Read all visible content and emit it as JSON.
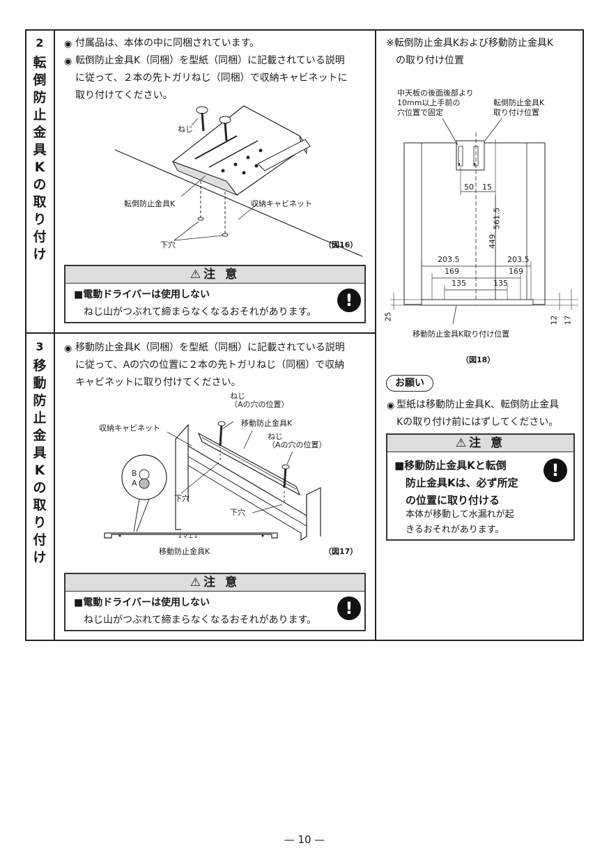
{
  "step2": {
    "number": "2",
    "title_chars": [
      "転",
      "倒",
      "防",
      "止",
      "金",
      "具",
      "K",
      "の",
      "取",
      "り",
      "付",
      "け"
    ],
    "bullet1": "付属品は、本体の中に同梱されています。",
    "bullet2_line1": "転倒防止金具K（同梱）を型紙（同梱）に記載されている説明",
    "bullet2_line2": "に従って、２本の先トガリねじ（同梱）で収納キャビネットに",
    "bullet2_line3": "取り付けてください。",
    "fig": {
      "screw": "ねじ",
      "bracket": "転倒防止金具K",
      "cabinet": "収納キャビネット",
      "hole": "下穴",
      "caption": "（図16）"
    },
    "caution": {
      "header": "注 意",
      "title": "■電動ドライバーは使用しない",
      "body": "ねじ山がつぶれて締まらなくなるおそれがあります。"
    }
  },
  "step3": {
    "number": "3",
    "title_chars": [
      "移",
      "動",
      "防",
      "止",
      "金",
      "具",
      "K",
      "の",
      "取",
      "り",
      "付",
      "け"
    ],
    "bullet1_line1": "移動防止金具K（同梱）を型紙（同梱）に記載されている説明",
    "bullet1_line2": "に従って、Aの穴の位置に２本の先トガリねじ（同梱）で収納",
    "bullet1_line3": "キャビネットに取り付けてください。",
    "fig": {
      "screw1_a": "ねじ",
      "screw1_b": "（Aの穴の位置）",
      "bracket_top": "移動防止金具K",
      "screw2_a": "ねじ",
      "screw2_b": "（Aの穴の位置）",
      "cabinet": "収納キャビネット",
      "hole_b": "B",
      "hole_a": "A",
      "hole1": "下穴",
      "hole2": "下穴",
      "bracket_bottom": "移動防止金具K",
      "mark": "↓マエ↓",
      "caption": "（図17）"
    },
    "caution": {
      "header": "注 意",
      "title": "■電動ドライバーは使用しない",
      "body": "ねじ山がつぶれて締まらなくなるおそれがあります。"
    }
  },
  "right": {
    "note_line1": "※転倒防止金具Kおよび移動防止金具K",
    "note_line2": "の取り付け位置",
    "fig": {
      "label1_l1": "中天板の後面後部より",
      "label1_l2": "10mm以上手前の",
      "label1_l3": "穴位置で固定",
      "label2_l1": "転倒防止金具K",
      "label2_l2": "取り付け位置",
      "d50": "50",
      "d15": "15",
      "d5615": "561.5",
      "d449": "449",
      "d2035_l": "203.5",
      "d2035_r": "203.5",
      "d169_l": "169",
      "d169_r": "169",
      "d135_l": "135",
      "d135_r": "135",
      "d25": "25",
      "d12": "12",
      "d17": "17",
      "bottom_label": "移動防止金具K取り付け位置",
      "caption": "（図18）"
    },
    "onegai": "お願い",
    "req_line1": "型紙は移動防止金具K、転倒防止金具",
    "req_line2": "Kの取り付け前にはずしてください。",
    "caution": {
      "header": "注 意",
      "l1": "■移動防止金具Kと転倒",
      "l2": "防止金具Kは、必ず所定",
      "l3": "の位置に取り付ける",
      "l4": "本体が移動して水漏れが起",
      "l5": "きるおそれがあります。"
    }
  },
  "page_number": "— 10 —"
}
